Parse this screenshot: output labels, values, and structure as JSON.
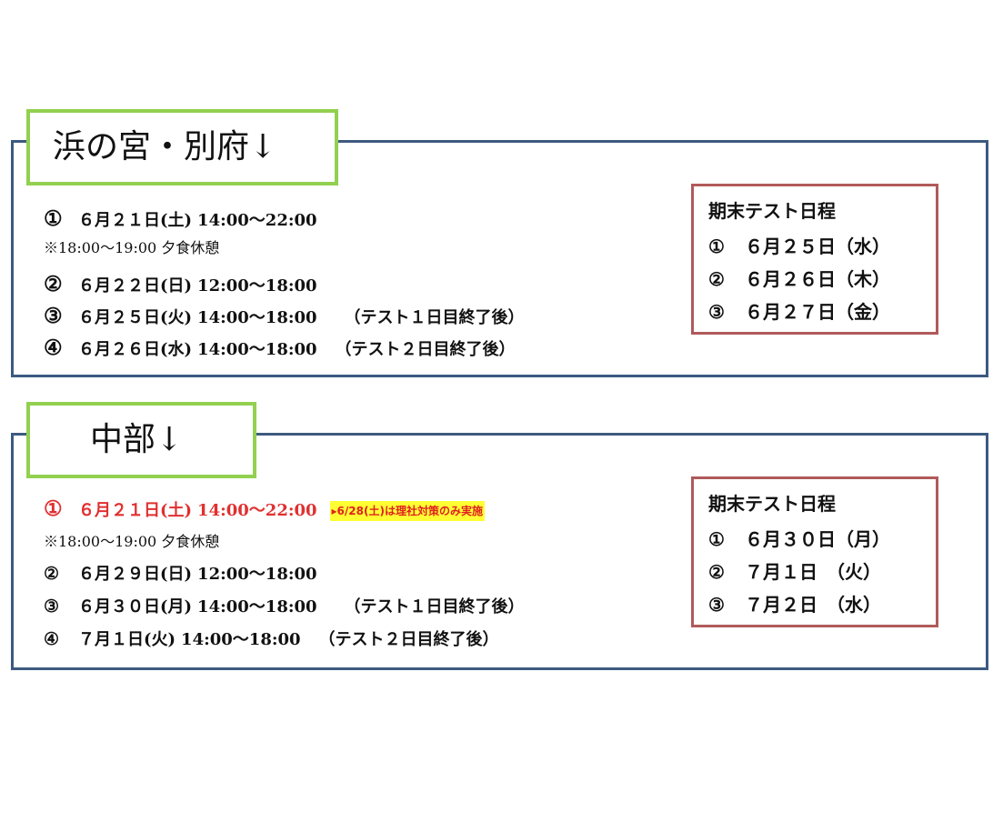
{
  "section1": {
    "title": "浜の宮・別府↓",
    "rows": [
      {
        "num": "①",
        "date": "６月２１日(土)",
        "time": "14:00～22:00",
        "note": ""
      },
      {
        "num": "②",
        "date": "６月２２日(日)",
        "time": "12:00～18:00",
        "note": ""
      },
      {
        "num": "③",
        "date": "６月２５日(火)",
        "time": "14:00～18:00",
        "note": "（テスト１日目終了後）"
      },
      {
        "num": "④",
        "date": "６月２６日(水)",
        "time": "14:00～18:00",
        "note": "（テスト２日目終了後）"
      }
    ],
    "break_note": "※18:00～19:00 夕食休憩",
    "test_box": {
      "title": "期末テスト日程",
      "rows": [
        {
          "num": "①",
          "text": "６月２５日（水）"
        },
        {
          "num": "②",
          "text": "６月２６日（木）"
        },
        {
          "num": "③",
          "text": "６月２７日（金）"
        }
      ]
    }
  },
  "section2": {
    "title": "中部↓",
    "rows": [
      {
        "num": "①",
        "date": "６月２１日(土)",
        "time": "14:00～22:00",
        "note": "",
        "highlight": "▸6/28(土)は理社対策のみ実施"
      },
      {
        "num": "②",
        "date": "６月２９日(日)",
        "time": "12:00～18:00",
        "note": ""
      },
      {
        "num": "③",
        "date": "６月３０日(月)",
        "time": "14:00～18:00",
        "note": "（テスト１日目終了後）"
      },
      {
        "num": "④",
        "date": "７月１日(火)",
        "time": "14:00～18:00",
        "note": "（テスト２日目終了後）"
      }
    ],
    "break_note": "※18:00～19:00 夕食休憩",
    "test_box": {
      "title": "期末テスト日程",
      "rows": [
        {
          "num": "①",
          "text": "６月３０日（月）"
        },
        {
          "num": "②",
          "text": "７月１日　（火）"
        },
        {
          "num": "③",
          "text": "７月２日　（水）"
        }
      ]
    }
  },
  "colors": {
    "section_border": "#3d5a80",
    "title_border": "#92d050",
    "test_box_border": "#b05a5a",
    "highlight_bg": "#ffff33",
    "red_text": "#e03030"
  }
}
